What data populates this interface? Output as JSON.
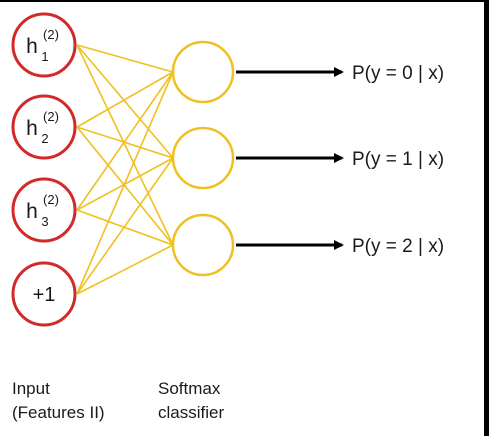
{
  "colors": {
    "input_node": "#d22a2a",
    "softmax_node": "#f0c020",
    "connection": "#f0c020",
    "output_arrow": "#000000",
    "text": "#1a1a1a"
  },
  "inputs": [
    {
      "base": "h",
      "sub": "1",
      "sup": "(2)"
    },
    {
      "base": "h",
      "sub": "2",
      "sup": "(2)"
    },
    {
      "base": "h",
      "sub": "3",
      "sup": "(2)"
    },
    {
      "base": "+1",
      "sub": "",
      "sup": ""
    }
  ],
  "outputs": [
    {
      "label": "P(y = 0 | x)"
    },
    {
      "label": "P(y = 1 | x)"
    },
    {
      "label": "P(y = 2 | x)"
    }
  ],
  "captions": {
    "input_line1": "Input",
    "input_line2": "(Features II)",
    "softmax_line1": "Softmax",
    "softmax_line2": "classifier"
  }
}
